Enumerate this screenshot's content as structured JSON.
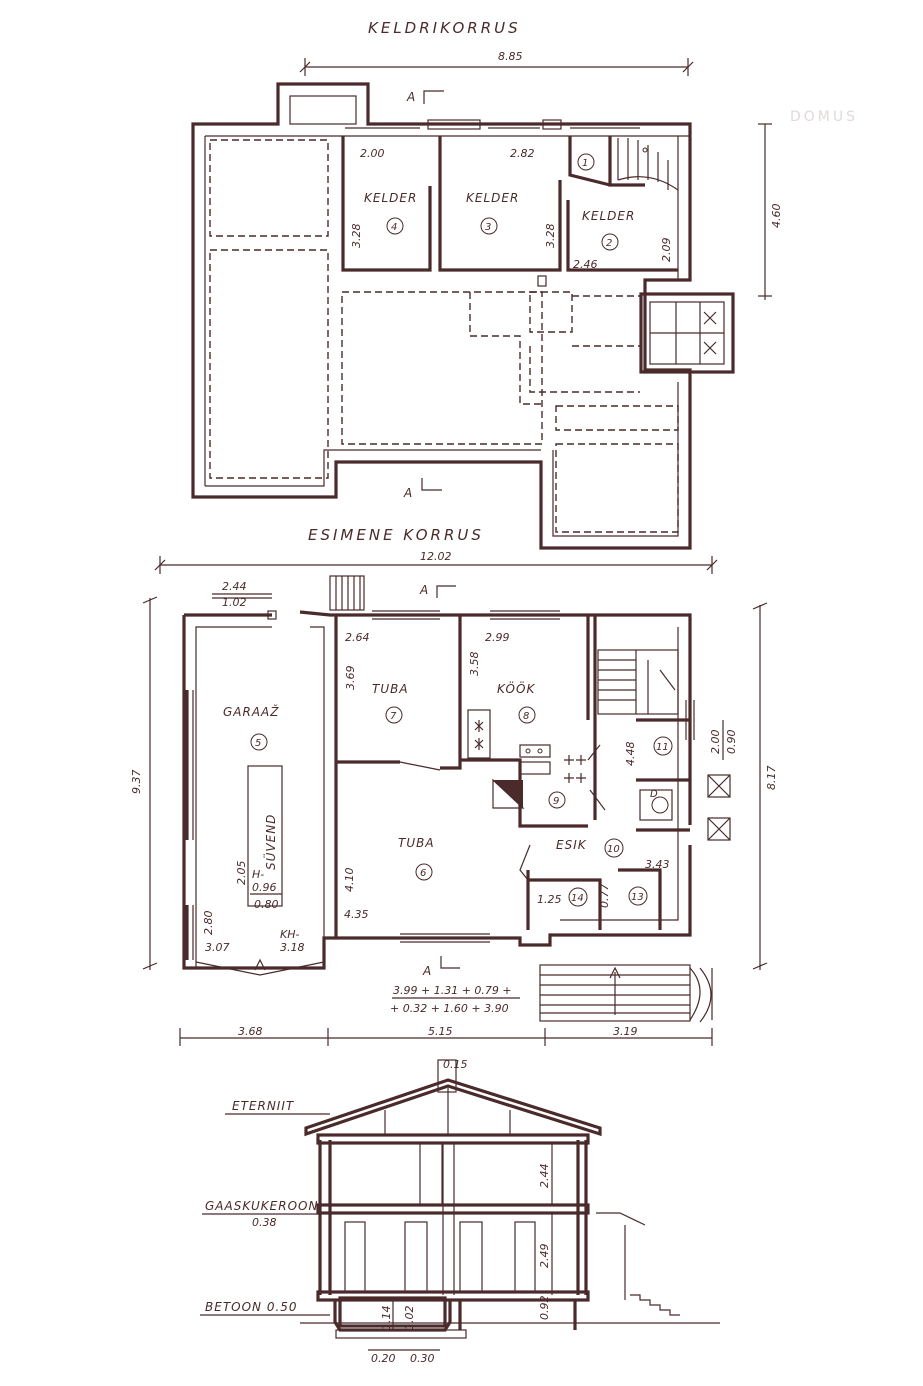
{
  "titles": {
    "basement": "KELDRIKORRUS",
    "ground": "ESIMENE KORRUS"
  },
  "watermark": "DOMUS",
  "section_mark": "A",
  "basement": {
    "overall_width": "8.85",
    "right_dim": "4.60",
    "rooms": [
      {
        "name": "KELDER",
        "num": "4"
      },
      {
        "name": "KELDER",
        "num": "3"
      },
      {
        "name": "KELDER",
        "num": "2"
      },
      {
        "name": "",
        "num": "1"
      }
    ],
    "dims": {
      "r4_top": "2.00",
      "r4_side": "3.28",
      "r3_top": "2.82",
      "r3_side": "3.28",
      "r2_bottom": "2.46",
      "r2_side": "2.09"
    }
  },
  "ground": {
    "overall_width": "12.02",
    "left_height": "9.37",
    "right_height": "8.17",
    "gate_top": "2.44",
    "gate_bottom": "1.02",
    "rooms": [
      {
        "name": "GARAAŽ",
        "num": "5"
      },
      {
        "name": "TUBA",
        "num": "7"
      },
      {
        "name": "KÖÖK",
        "num": "8"
      },
      {
        "name": "TUBA",
        "num": "6"
      },
      {
        "name": "ESIK",
        "num": "10"
      },
      {
        "name": "",
        "num": "9"
      },
      {
        "name": "",
        "num": "11"
      },
      {
        "name": "",
        "num": "13"
      },
      {
        "name": "",
        "num": "14"
      }
    ],
    "pit": {
      "label": "SÜVEND",
      "h_label": "H-",
      "h_value": "0.96",
      "width": "0.80",
      "length": "2.05"
    },
    "dims": {
      "t7_top": "2.64",
      "t7_side": "3.69",
      "k_side": "3.58",
      "k_top": "2.99",
      "wc_height": "4.48",
      "d200": "2.00",
      "d090": "0.90",
      "d343": "3.43",
      "d125": "1.25",
      "d077": "0.77",
      "t6_side": "4.10",
      "t6_bottom": "4.35",
      "g_side": "2.80",
      "g_bottom": "3.07",
      "kh": "KH-",
      "kh_val": "3.18"
    },
    "sum_line1": "3.99 + 1.31 + 0.79 +",
    "sum_line2": "+ 0.32 + 1.60 + 3.90",
    "bottom_dims": [
      "3.68",
      "5.15",
      "3.19"
    ]
  },
  "section": {
    "chimney": "0.15",
    "labels": {
      "roof": "ETERNIIT",
      "block": "GAASKUKEROON",
      "block_val": "0.38",
      "concrete": "BETOON  0.50"
    },
    "heights": [
      "2.44",
      "2.49",
      "0.92",
      "1.14",
      "1.02"
    ],
    "footing": [
      "0.20",
      "0.30"
    ]
  }
}
